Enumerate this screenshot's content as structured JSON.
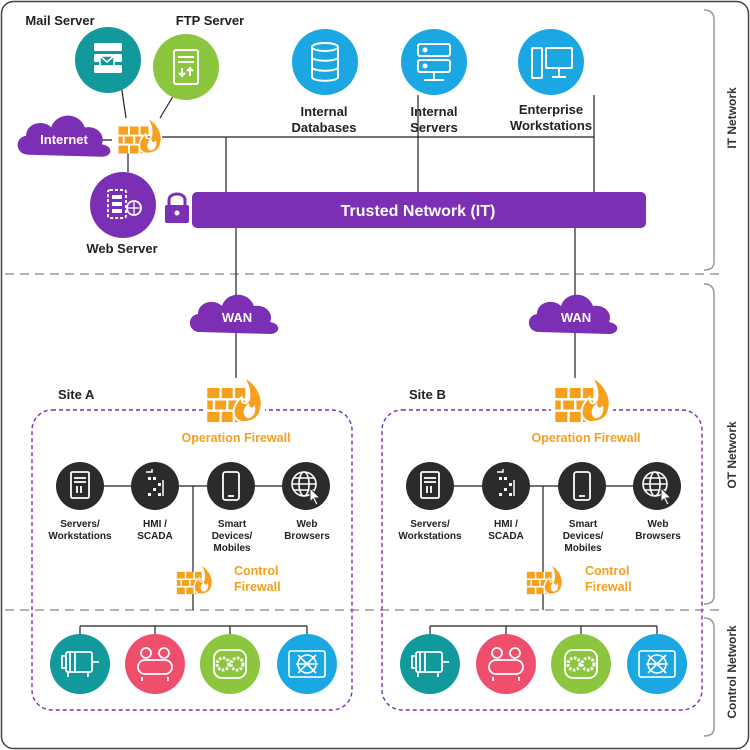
{
  "zones": {
    "it": "IT Network",
    "ot": "OT Network",
    "control": "Control Network"
  },
  "it_nodes": {
    "mail_server": "Mail Server",
    "ftp_server": "FTP Server",
    "internet": "Internet",
    "web_server": "Web Server",
    "internal_databases_1": "Internal",
    "internal_databases_2": "Databases",
    "internal_servers_1": "Internal",
    "internal_servers_2": "Servers",
    "enterprise_workstations_1": "Enterprise",
    "enterprise_workstations_2": "Workstations",
    "trusted_network": "Trusted Network (IT)"
  },
  "wan": {
    "left": "WAN",
    "right": "WAN"
  },
  "sites": [
    {
      "title": "Site A",
      "operation_firewall": "Operation Firewall",
      "control_firewall_1": "Control",
      "control_firewall_2": "Firewall",
      "devices": {
        "servers_1": "Servers/",
        "servers_2": "Workstations",
        "hmi_1": "HMI /",
        "hmi_2": "SCADA",
        "smart_1": "Smart",
        "smart_2": "Devices/",
        "smart_3": "Mobiles",
        "web_1": "Web",
        "web_2": "Browsers"
      }
    },
    {
      "title": "Site B",
      "operation_firewall": "Operation Firewall",
      "control_firewall_1": "Control",
      "control_firewall_2": "Firewall",
      "devices": {
        "servers_1": "Servers/",
        "servers_2": "Workstations",
        "hmi_1": "HMI /",
        "hmi_2": "SCADA",
        "smart_1": "Smart",
        "smart_2": "Devices/",
        "smart_3": "Mobiles",
        "web_1": "Web",
        "web_2": "Browsers"
      }
    }
  ],
  "colors": {
    "purple": "#7b2fb5",
    "teal": "#12999c",
    "green": "#8cc63f",
    "blue": "#1ba7e2",
    "pink": "#ef4e6c",
    "orange": "#f7a01d",
    "dark": "#2b2b2b"
  },
  "icons": {
    "mail_server": "mail-server-icon",
    "ftp_server": "ftp-server-icon",
    "web_server": "web-server-icon",
    "databases": "database-icon",
    "servers": "server-rack-icon",
    "workstations": "desktop-monitor-icon",
    "firewall": "firewall-icon",
    "lock": "lock-icon",
    "motor": "motor-icon",
    "compressor": "compressor-icon",
    "gears": "gears-icon",
    "fan": "fan-icon"
  }
}
